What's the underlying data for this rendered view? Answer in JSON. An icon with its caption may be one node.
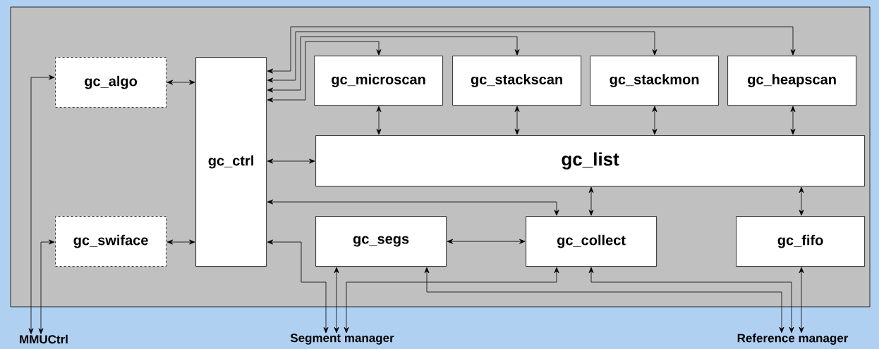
{
  "diagram": {
    "nodes": [
      {
        "text": [],
        "shape": "box"
      },
      {
        "text": [
          "gc_algo"
        ],
        "in": 0
      },
      {
        "text": [
          "gc_ctrl"
        ],
        "in": 0
      },
      {
        "text": [
          "gc_microscan"
        ],
        "in": 0
      },
      {
        "text": [
          "gc_stackscan"
        ],
        "in": 0
      },
      {
        "text": [
          "gc_stackmon"
        ],
        "in": 0
      },
      {
        "text": [
          "gc_heapscan"
        ],
        "in": 0
      },
      {
        "text": [
          "gc_list"
        ],
        "in": 0
      },
      {
        "text": [
          "gc_swiface"
        ],
        "in": 0
      },
      {
        "text": [
          "gc_segs"
        ],
        "in": 0
      },
      {
        "text": [
          "gc_collect"
        ],
        "in": 0
      },
      {
        "text": [
          "gc_fifo"
        ],
        "in": 0
      },
      {
        "text": [
          "MMUCtrl"
        ]
      },
      {
        "text": [
          "Segment manager"
        ]
      },
      {
        "text": [
          "Reference manager"
        ]
      }
    ],
    "edges": [
      {
        "from": 1,
        "to": 2,
        "arrow": "both"
      },
      {
        "from": 8,
        "to": 2,
        "arrow": "both"
      },
      {
        "from": 12,
        "to": 1,
        "arrow": "both"
      },
      {
        "from": 12,
        "to": 8,
        "arrow": "both"
      },
      {
        "from": 2,
        "to": 6,
        "arrow": "both"
      },
      {
        "from": 2,
        "to": 5,
        "arrow": "both"
      },
      {
        "from": 2,
        "to": 4,
        "arrow": "both"
      },
      {
        "from": 2,
        "to": 3,
        "arrow": "both"
      },
      {
        "from": 3,
        "to": 7,
        "arrow": "both"
      },
      {
        "from": 4,
        "to": 7,
        "arrow": "both"
      },
      {
        "from": 5,
        "to": 7,
        "arrow": "both"
      },
      {
        "from": 6,
        "to": 7,
        "arrow": "both"
      },
      {
        "from": 2,
        "to": 7,
        "arrow": "both"
      },
      {
        "from": 2,
        "to": 10,
        "arrow": "both"
      },
      {
        "from": 7,
        "to": 10,
        "arrow": "both"
      },
      {
        "from": 7,
        "to": 11,
        "arrow": "both"
      },
      {
        "from": 9,
        "to": 10,
        "arrow": "both"
      },
      {
        "from": 2,
        "to": 13,
        "arrow": "both"
      },
      {
        "from": 9,
        "to": 13,
        "arrow": "both"
      },
      {
        "from": 10,
        "to": 13,
        "arrow": "both"
      },
      {
        "from": 9,
        "to": 14,
        "arrow": "both"
      },
      {
        "from": 10,
        "to": 14,
        "arrow": "both"
      },
      {
        "from": 11,
        "to": 14,
        "arrow": "both"
      }
    ]
  }
}
